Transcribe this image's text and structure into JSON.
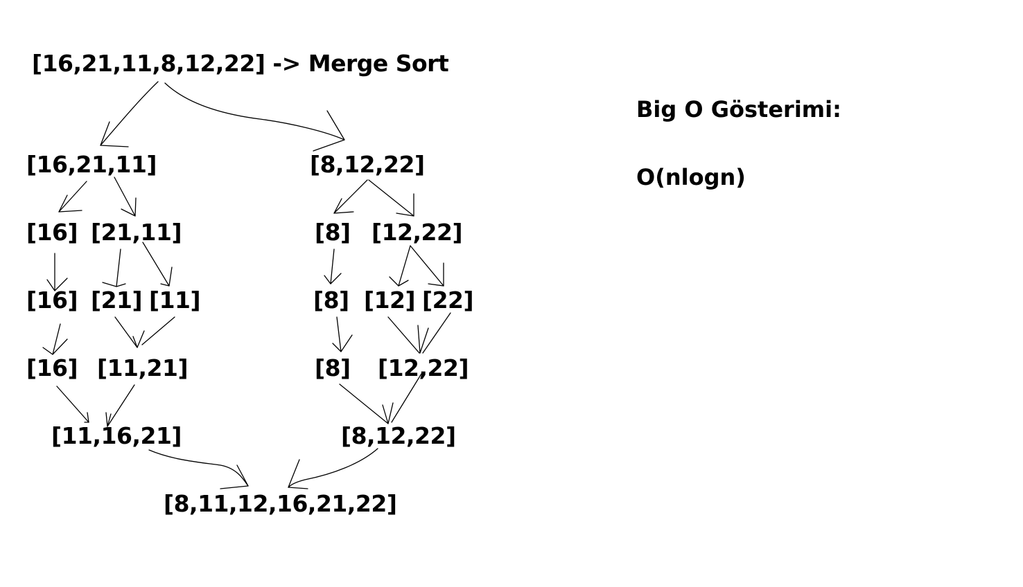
{
  "diagram": {
    "title": "[16,21,11,8,12,22] -> Merge Sort",
    "level1": {
      "left": "[16,21,11]",
      "right": "[8,12,22]"
    },
    "level2": {
      "l1": "[16]",
      "l2": "[21,11]",
      "r1": "[8]",
      "r2": "[12,22]"
    },
    "level3": {
      "l1": "[16]",
      "l2": "[21]",
      "l3": "[11]",
      "r1": "[8]",
      "r2": "[12]",
      "r3": "[22]"
    },
    "level4": {
      "l1": "[16]",
      "l2": "[11,21]",
      "r1": "[8]",
      "r2": "[12,22]"
    },
    "level5": {
      "left": "[11,16,21]",
      "right": "[8,12,22]"
    },
    "result": "[8,11,12,16,21,22]"
  },
  "complexity": {
    "heading": "Big O Gösterimi:",
    "value": "O(nlogn)"
  },
  "colors": {
    "ink": "#000000",
    "background": "#ffffff"
  }
}
